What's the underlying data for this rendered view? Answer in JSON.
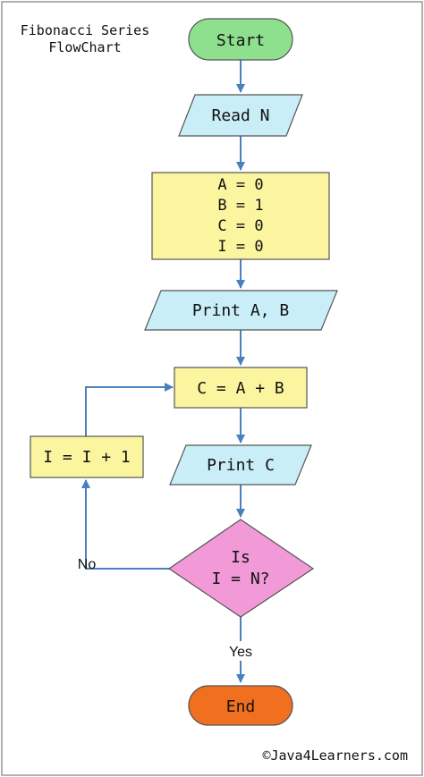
{
  "title": {
    "line1": "Fibonacci Series",
    "line2": "FlowChart"
  },
  "nodes": {
    "start": "Start",
    "read": "Read N",
    "init": {
      "line1": "A = 0",
      "line2": "B = 1",
      "line3": "C = 0",
      "line4": "I = 0"
    },
    "print_ab": "Print A, B",
    "calc": "C = A + B",
    "print_c": "Print C",
    "decision": {
      "line1": "Is",
      "line2": "I = N?"
    },
    "increment": "I = I + 1",
    "end": "End"
  },
  "edges": {
    "no": "No",
    "yes": "Yes"
  },
  "credit": "©Java4Learners.com",
  "colors": {
    "terminal_start": "#8ee08e",
    "terminal_end": "#f07020",
    "io": "#c9eef8",
    "process": "#fbf5a0",
    "decision": "#f29ad8",
    "arrow": "#4a7fc0",
    "stroke": "#555555"
  }
}
